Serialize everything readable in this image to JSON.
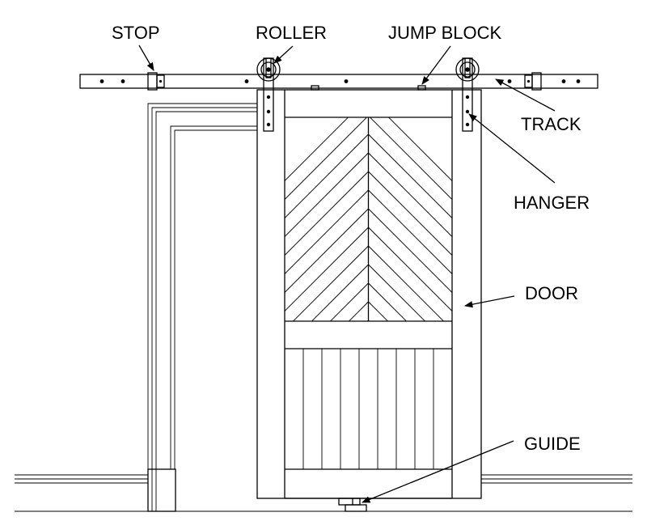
{
  "labels": {
    "stop": "STOP",
    "roller": "ROLLER",
    "jump_block": "JUMP BLOCK",
    "track": "TRACK",
    "hanger": "HANGER",
    "door": "DOOR",
    "guide": "GUIDE"
  }
}
